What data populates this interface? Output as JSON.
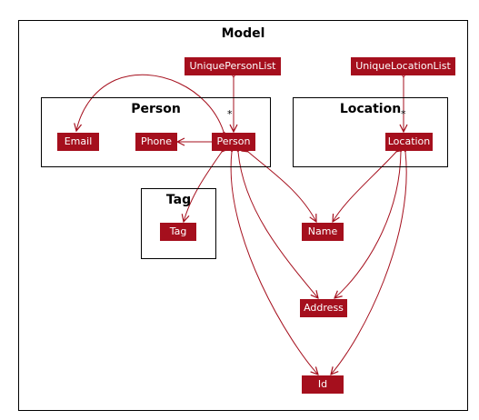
{
  "model_title": "Model",
  "packages": {
    "person": "Person",
    "location": "Location",
    "tag": "Tag"
  },
  "classes": {
    "unique_person_list": "UniquePersonList",
    "unique_location_list": "UniqueLocationList",
    "email": "Email",
    "phone": "Phone",
    "person": "Person",
    "location": "Location",
    "tag": "Tag",
    "name": "Name",
    "address": "Address",
    "id": "Id"
  },
  "multiplicities": {
    "person_list": "*",
    "location_list": "*"
  },
  "colors": {
    "class_fill": "#a50f1d",
    "class_text": "#ffffff",
    "edge": "#a50f1d",
    "frame": "#000000"
  }
}
